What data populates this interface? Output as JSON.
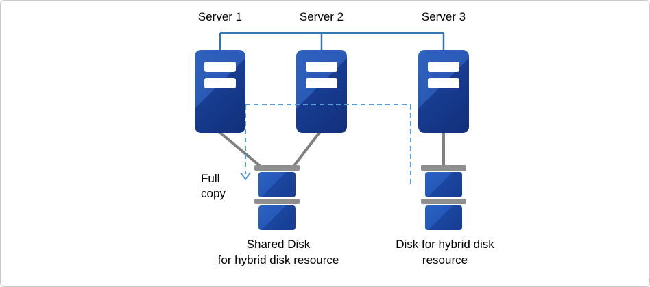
{
  "diagram": {
    "servers": [
      {
        "label": "Server 1"
      },
      {
        "label": "Server 2"
      },
      {
        "label": "Server 3"
      }
    ],
    "full_copy_label": "Full copy",
    "shared_disk_caption": {
      "line1": "Shared Disk",
      "line2": "for hybrid disk resource"
    },
    "hybrid_disk_caption": {
      "line1": "Disk for hybrid disk",
      "line2": "resource"
    },
    "colors": {
      "server_blue_light": "#2F63C0",
      "server_blue_dark": "#122F7A",
      "disk_blue": "#2B63C4",
      "disk_gray": "#8F8F8F",
      "line_gray": "#7F7F7F",
      "connector_blue": "#2E75B6",
      "dashed_blue": "#5B9BD5",
      "text": "#000000",
      "border": "#C8C8C8"
    }
  }
}
